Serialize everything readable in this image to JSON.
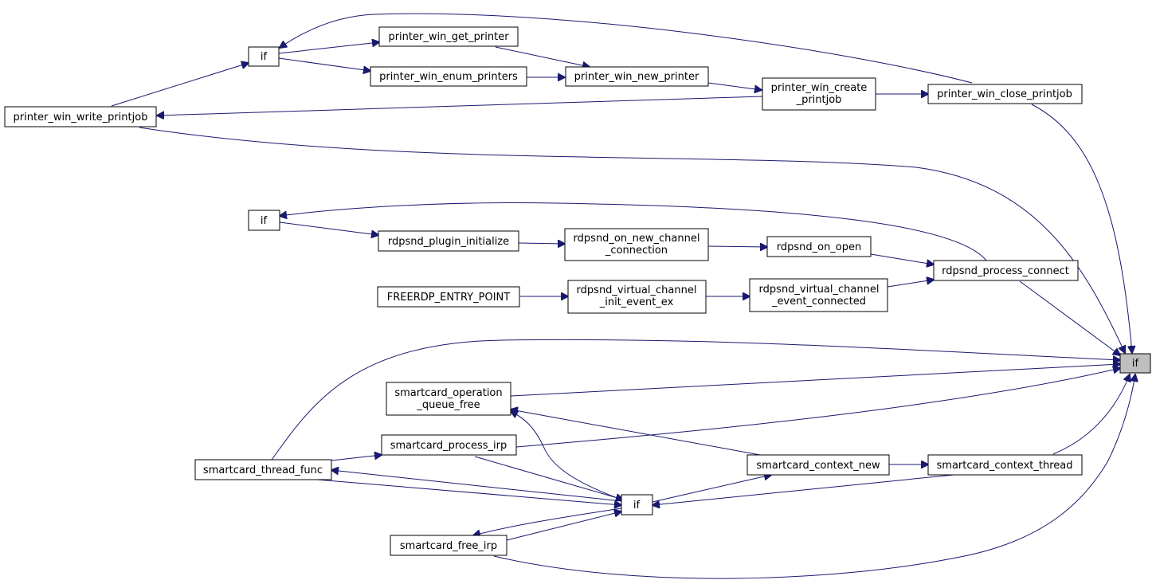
{
  "colors": {
    "edge": "#191970",
    "root_fill": "#bfbfbf",
    "node_fill": "#ffffff"
  },
  "nodes": {
    "if_root": [
      "if"
    ],
    "if_printer": [
      "if"
    ],
    "printer_win_get_printer": [
      "printer_win_get_printer"
    ],
    "printer_win_enum_printers": [
      "printer_win_enum_printers"
    ],
    "printer_win_new_printer": [
      "printer_win_new_printer"
    ],
    "printer_win_create_printjob": [
      "printer_win_create",
      "_printjob"
    ],
    "printer_win_close_printjob": [
      "printer_win_close_printjob"
    ],
    "printer_win_write_printjob": [
      "printer_win_write_printjob"
    ],
    "if_rdpsnd": [
      "if"
    ],
    "rdpsnd_plugin_initialize": [
      "rdpsnd_plugin_initialize"
    ],
    "rdpsnd_on_new_channel_connection": [
      "rdpsnd_on_new_channel",
      "_connection"
    ],
    "rdpsnd_on_open": [
      "rdpsnd_on_open"
    ],
    "rdpsnd_process_connect": [
      "rdpsnd_process_connect"
    ],
    "freerdp_entry_point": [
      "FREERDP_ENTRY_POINT"
    ],
    "rdpsnd_virtual_channel_init_event_ex": [
      "rdpsnd_virtual_channel",
      "_init_event_ex"
    ],
    "rdpsnd_virtual_channel_event_connected": [
      "rdpsnd_virtual_channel",
      "_event_connected"
    ],
    "smartcard_operation_queue_free": [
      "smartcard_operation",
      "_queue_free"
    ],
    "smartcard_process_irp": [
      "smartcard_process_irp"
    ],
    "smartcard_thread_func": [
      "smartcard_thread_func"
    ],
    "if_smartcard": [
      "if"
    ],
    "smartcard_free_irp": [
      "smartcard_free_irp"
    ],
    "smartcard_context_new": [
      "smartcard_context_new"
    ],
    "smartcard_context_thread": [
      "smartcard_context_thread"
    ]
  }
}
